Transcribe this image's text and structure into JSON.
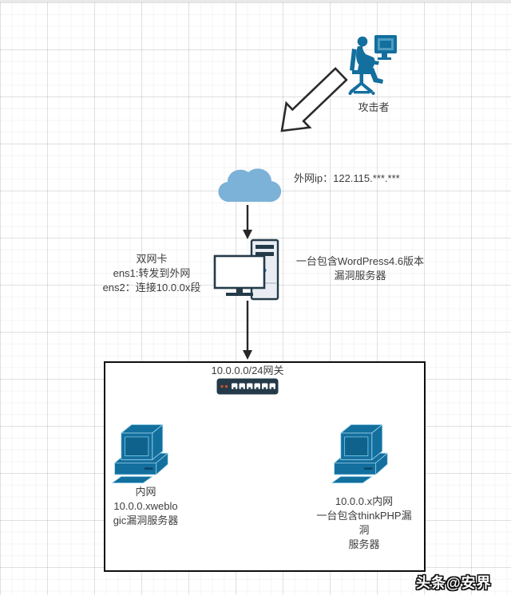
{
  "diagram": {
    "attacker": {
      "label": "攻击者"
    },
    "cloud": {
      "ip_label": "外网ip：122.115.***.***"
    },
    "edge_server": {
      "nic_note_lines": [
        "双网卡",
        "ens1:转发到外网",
        "ens2：连接10.0.0x段"
      ],
      "desc_lines": [
        "一台包含WordPress4.6版本",
        "漏洞服务器"
      ]
    },
    "gateway": {
      "label": "10.0.0.0/24网关"
    },
    "lan_left": {
      "label_lines": [
        "内网",
        "10.0.0.xweblo",
        "gic漏洞服务器"
      ]
    },
    "lan_right": {
      "label_lines": [
        "10.0.0.x内网",
        "一台包含thinkPHP漏",
        "洞",
        "服务器"
      ]
    },
    "watermark": "头条@安界",
    "colors": {
      "device_teal": "#136f9e",
      "cloud_blue": "#7cb2d8",
      "switch_body": "#243a49",
      "line_dark": "#262626"
    }
  }
}
